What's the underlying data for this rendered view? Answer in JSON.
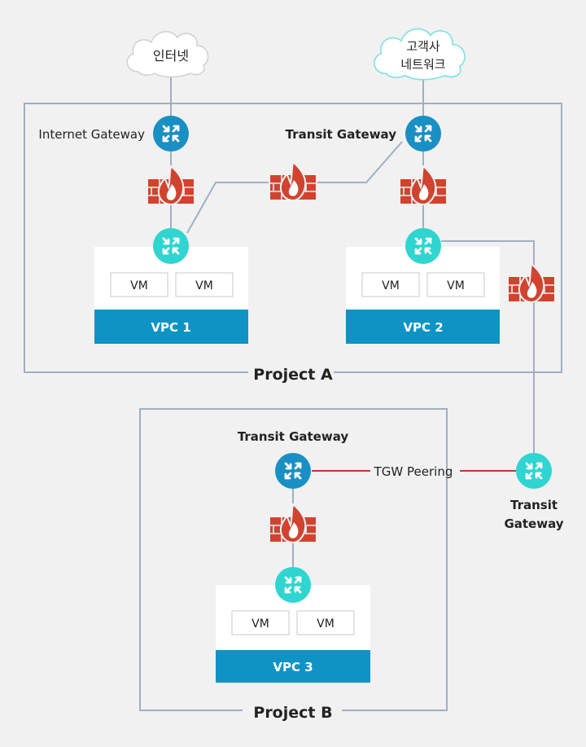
{
  "clouds": {
    "internet": "인터넷",
    "customer_line1": "고객사",
    "customer_line2": "네트워크"
  },
  "projectA": {
    "title": "Project A",
    "internet_gateway_label": "Internet Gateway",
    "transit_gateway_label": "Transit Gateway",
    "vpc1": {
      "name": "VPC 1",
      "vms": [
        "VM",
        "VM"
      ]
    },
    "vpc2": {
      "name": "VPC 2",
      "vms": [
        "VM",
        "VM"
      ]
    }
  },
  "projectB": {
    "title": "Project B",
    "transit_gateway_label": "Transit Gateway",
    "vpc3": {
      "name": "VPC 3",
      "vms": [
        "VM",
        "VM"
      ]
    }
  },
  "peering_label": "TGW Peering",
  "external_tgw": {
    "line1": "Transit",
    "line2": "Gateway"
  },
  "colors": {
    "background": "#f1f1f1",
    "frame": "#9fb0c2",
    "vpc_bar": "#0e93c4",
    "gateway_dark": "#1a8fc3",
    "router_teal": "#2fd5d0",
    "firewall": "#d1432f",
    "peering_line": "#c0392b",
    "cloud_fill": "#ffffff"
  }
}
